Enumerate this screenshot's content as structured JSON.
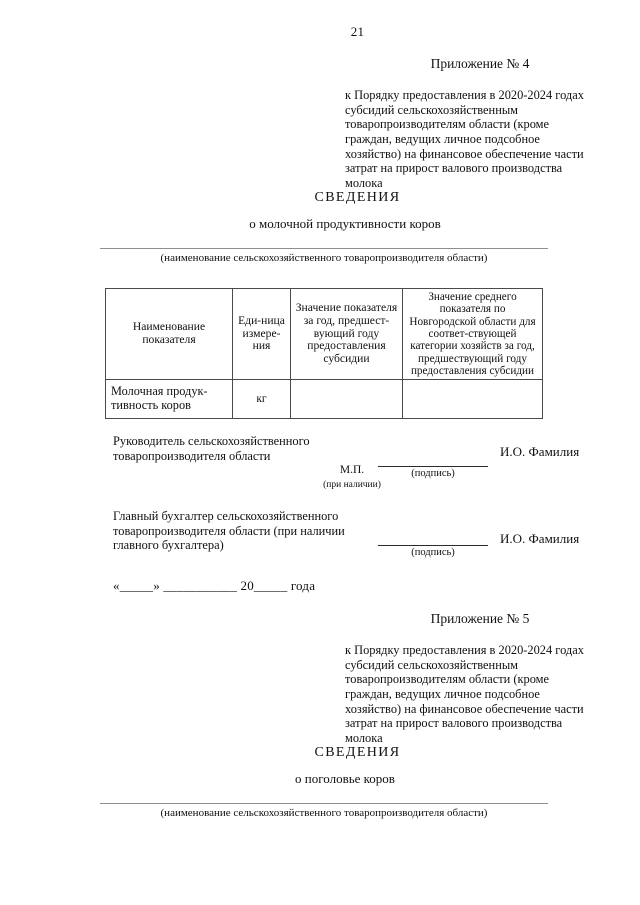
{
  "page": {
    "number": "21"
  },
  "appendix_4": {
    "title": "Приложение № 4",
    "reference": "к Порядку предоставления в 2020-2024 годах субсидий сельскохозяйственным товаропроизводителям области (кроме граждан, ведущих личное подсобное хозяйство) на финансовое обеспечение части затрат на прирост валового производства молока",
    "heading": "СВЕДЕНИЯ",
    "subheading": "о молочной продуктивности коров",
    "org_caption": "(наименование сельскохозяйственного товаропроизводителя области)"
  },
  "table": {
    "headers": [
      "Наименование показателя",
      "Еди-ница измере-ния",
      "Значение показателя за год, предшест-вующий году предоставления субсидии",
      "Значение среднего показателя по Новгородской области для соответ-ствующей категории хозяйств за год, предшествующий году предоставления субсидии"
    ],
    "rows": [
      {
        "name": "Молочная продук-тивность коров",
        "unit": "кг",
        "value_year": "",
        "value_region": ""
      }
    ]
  },
  "signatures": {
    "director": {
      "role": "Руководитель сельскохозяйственного товаропроизводителя области",
      "line_caption": "(подпись)",
      "name_placeholder": "И.О. Фамилия"
    },
    "stamp": {
      "label": "М.П.",
      "note": "(при наличии)"
    },
    "accountant": {
      "role": "Главный бухгалтер сельскохозяйственного товаропроизводителя области (при наличии главного бухгалтера)",
      "line_caption": "(подпись)",
      "name_placeholder": "И.О. Фамилия"
    }
  },
  "date_line": "«_____» ___________ 20_____ года",
  "appendix_5": {
    "title": "Приложение № 5",
    "reference": "к Порядку предоставления в 2020-2024 годах субсидий сельскохозяйственным товаропроизводителям области (кроме граждан, ведущих личное подсобное хозяйство) на финансовое обеспечение части затрат на прирост валового производства молока",
    "heading": "СВЕДЕНИЯ",
    "subheading": "о поголовье коров",
    "org_caption": "(наименование сельскохозяйственного товаропроизводителя области)"
  }
}
